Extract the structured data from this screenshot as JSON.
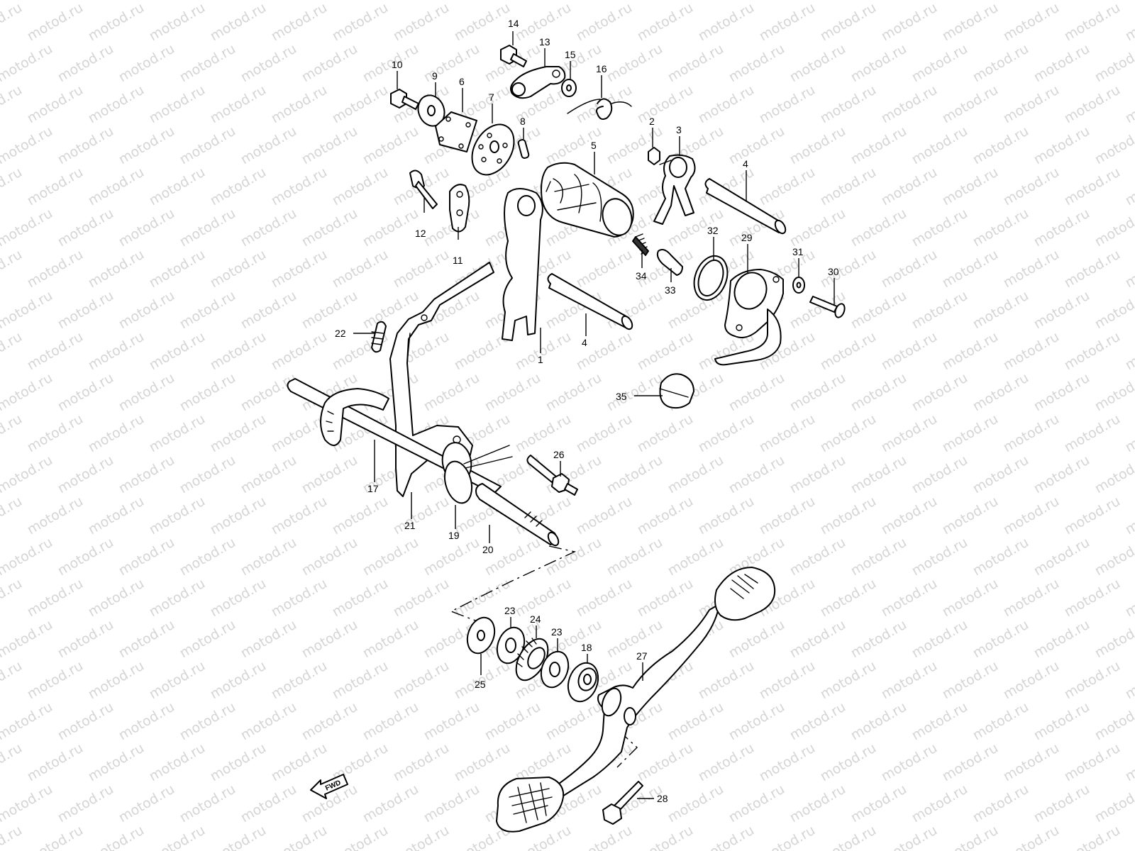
{
  "watermark": "motod.ru",
  "fwd_label": "FWD",
  "parts": [
    {
      "id": "p1",
      "label": "1",
      "name": "shift-fork-front"
    },
    {
      "id": "p2",
      "label": "2",
      "name": "pin"
    },
    {
      "id": "p3",
      "label": "3",
      "name": "shift-fork-rear"
    },
    {
      "id": "p4a",
      "label": "4",
      "name": "shift-fork-shaft-upper"
    },
    {
      "id": "p4b",
      "label": "4",
      "name": "shift-fork-shaft-lower"
    },
    {
      "id": "p5",
      "label": "5",
      "name": "gearshift-cam"
    },
    {
      "id": "p6",
      "label": "6",
      "name": "cam-stopper-plate"
    },
    {
      "id": "p7",
      "label": "7",
      "name": "cam-driven-gear"
    },
    {
      "id": "p8",
      "label": "8",
      "name": "cam-pin"
    },
    {
      "id": "p9",
      "label": "9",
      "name": "washer"
    },
    {
      "id": "p10",
      "label": "10",
      "name": "bolt"
    },
    {
      "id": "p11",
      "label": "11",
      "name": "cam-guide"
    },
    {
      "id": "p12",
      "label": "12",
      "name": "screw"
    },
    {
      "id": "p13",
      "label": "13",
      "name": "cam-stopper"
    },
    {
      "id": "p14",
      "label": "14",
      "name": "stopper-bolt"
    },
    {
      "id": "p15",
      "label": "15",
      "name": "stopper-washer"
    },
    {
      "id": "p16",
      "label": "16",
      "name": "stopper-spring"
    },
    {
      "id": "p17",
      "label": "17",
      "name": "gearshift-shaft"
    },
    {
      "id": "p18",
      "label": "18",
      "name": "oil-seal"
    },
    {
      "id": "p19",
      "label": "19",
      "name": "return-spring"
    },
    {
      "id": "p20",
      "label": "20",
      "name": "shaft-spline"
    },
    {
      "id": "p21",
      "label": "21",
      "name": "shift-arm"
    },
    {
      "id": "p22",
      "label": "22",
      "name": "pawl-spring"
    },
    {
      "id": "p23a",
      "label": "23",
      "name": "thrust-washer-a"
    },
    {
      "id": "p23b",
      "label": "23",
      "name": "thrust-washer-b"
    },
    {
      "id": "p24",
      "label": "24",
      "name": "needle-bearing"
    },
    {
      "id": "p25",
      "label": "25",
      "name": "outer-washer"
    },
    {
      "id": "p26",
      "label": "26",
      "name": "stopper-bolt-shaft"
    },
    {
      "id": "p27",
      "label": "27",
      "name": "gearshift-lever"
    },
    {
      "id": "p28",
      "label": "28",
      "name": "lever-bolt"
    },
    {
      "id": "p29",
      "label": "29",
      "name": "neutral-switch"
    },
    {
      "id": "p30",
      "label": "30",
      "name": "switch-screw"
    },
    {
      "id": "p31",
      "label": "31",
      "name": "switch-washer"
    },
    {
      "id": "p32",
      "label": "32",
      "name": "o-ring"
    },
    {
      "id": "p33",
      "label": "33",
      "name": "switch-contact"
    },
    {
      "id": "p34",
      "label": "34",
      "name": "contact-spring"
    },
    {
      "id": "p35",
      "label": "35",
      "name": "wire-clamp"
    }
  ]
}
